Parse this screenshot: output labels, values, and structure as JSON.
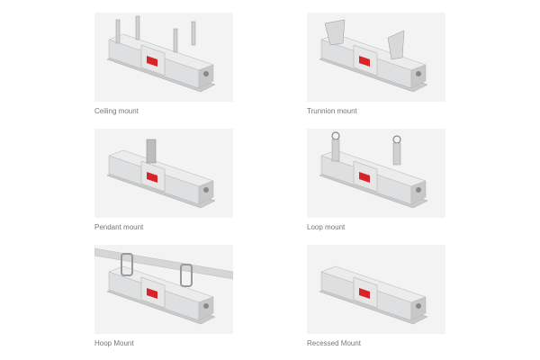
{
  "mounts": [
    {
      "label": "Ceiling mount",
      "accessory": "ceiling"
    },
    {
      "label": "Trunnion mount",
      "accessory": "trunnion"
    },
    {
      "label": "Pendant mount",
      "accessory": "pendant"
    },
    {
      "label": "Loop mount",
      "accessory": "loop"
    },
    {
      "label": "Hoop Mount",
      "accessory": "hoop"
    },
    {
      "label": "Recessed Mount",
      "accessory": "recessed"
    }
  ],
  "colors": {
    "badge": "#d8232a",
    "body": "#d9dadb",
    "background": "#f3f3f3"
  }
}
